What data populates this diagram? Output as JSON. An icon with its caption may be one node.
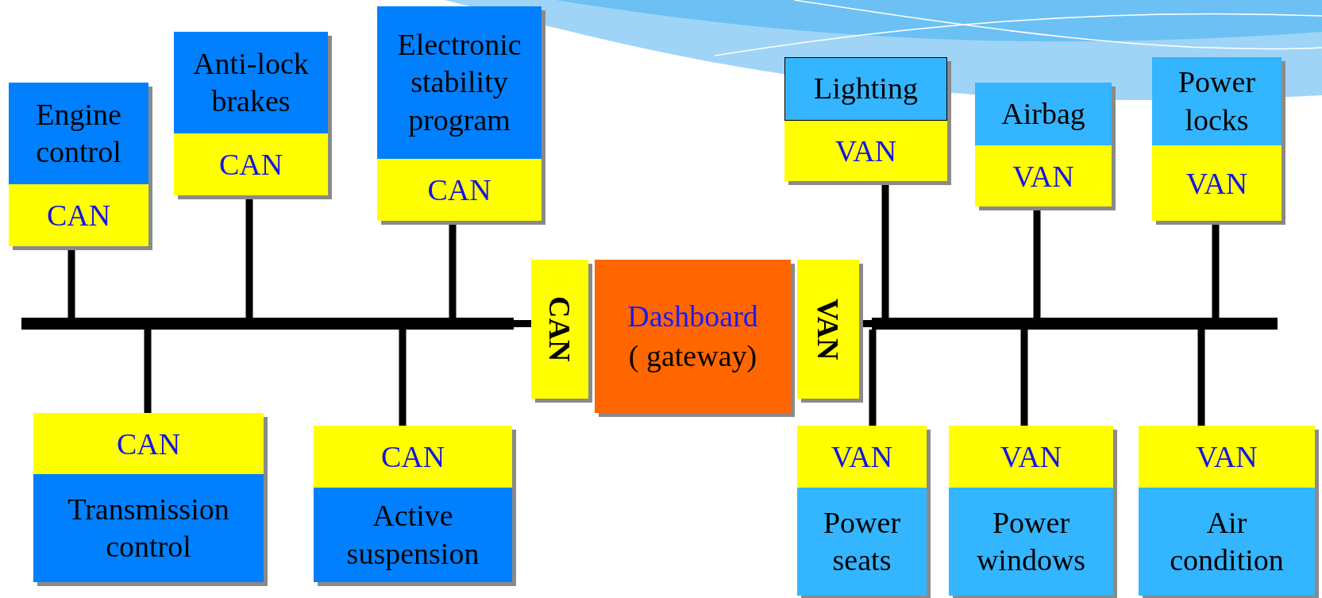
{
  "diagram": {
    "nodes": [
      {
        "text": [
          "Engine control",
          "CAN"
        ]
      },
      {
        "text": [
          "Anti-lock brakes",
          "CAN"
        ]
      },
      {
        "text": [
          "Electronic stability program",
          "CAN"
        ]
      },
      {
        "text": [
          "Lighting",
          "VAN"
        ]
      },
      {
        "text": [
          "Airbag",
          "VAN"
        ]
      },
      {
        "text": [
          "Power locks",
          "VAN"
        ]
      },
      {
        "text": [
          "CAN"
        ]
      },
      {
        "text": [
          "Dashboard",
          "( gateway)"
        ]
      },
      {
        "text": [
          "VAN"
        ]
      },
      {
        "text": [],
        "shape": "bar"
      },
      {
        "text": [],
        "shape": "bar"
      },
      {
        "text": [
          "CAN",
          "Transmission control"
        ]
      },
      {
        "text": [
          "CAN",
          "Active suspension"
        ]
      },
      {
        "text": [
          "VAN",
          "Power seats"
        ]
      },
      {
        "text": [
          "VAN",
          "Power windows"
        ]
      },
      {
        "text": [
          "VAN",
          "Air condition"
        ]
      }
    ],
    "edges": [
      {
        "from": 0,
        "to": 9,
        "arrow": "none"
      },
      {
        "from": 1,
        "to": 9,
        "arrow": "none"
      },
      {
        "from": 2,
        "to": 9,
        "arrow": "none"
      },
      {
        "from": 11,
        "to": 9,
        "arrow": "none"
      },
      {
        "from": 12,
        "to": 9,
        "arrow": "none"
      },
      {
        "from": 9,
        "to": 6,
        "arrow": "none"
      },
      {
        "from": 8,
        "to": 10,
        "arrow": "none"
      },
      {
        "from": 3,
        "to": 10,
        "arrow": "none"
      },
      {
        "from": 4,
        "to": 10,
        "arrow": "none"
      },
      {
        "from": 5,
        "to": 10,
        "arrow": "none"
      },
      {
        "from": 13,
        "to": 10,
        "arrow": "none"
      },
      {
        "from": 14,
        "to": 10,
        "arrow": "none"
      },
      {
        "from": 15,
        "to": 10,
        "arrow": "none"
      }
    ]
  }
}
